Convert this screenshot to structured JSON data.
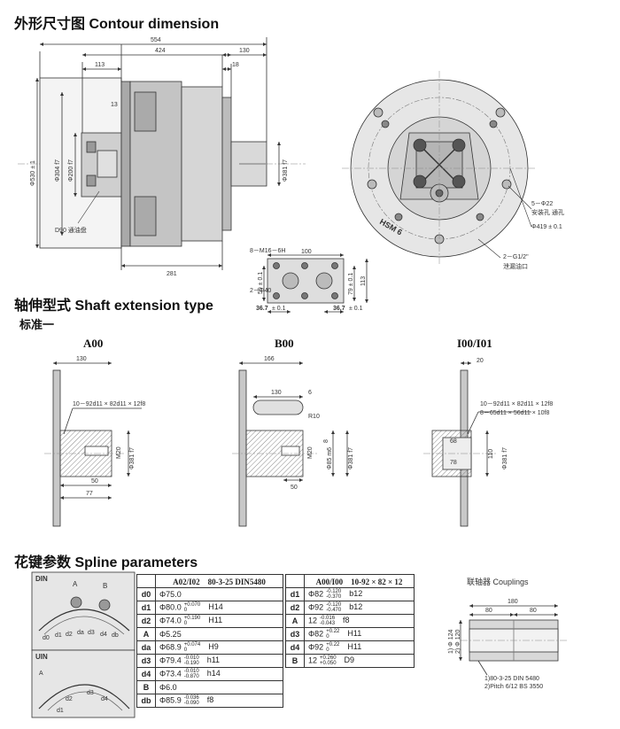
{
  "headings": {
    "contour": "外形尺寸图 Contour dimension",
    "shaft": "轴伸型式 Shaft extension type",
    "standard": "标准一",
    "spline": "花键参数 Spline parameters"
  },
  "contour": {
    "dims": {
      "overall_length": "554",
      "body_length": "424",
      "right_extent": "130",
      "left_extent": "113",
      "flange": "18",
      "step": "13",
      "base_length": "281",
      "outer_dia": "Φ530 ± 1",
      "dia_304": "Φ304 f7",
      "dia_200": "Φ200 f7",
      "shaft_dia": "Φ381 f7",
      "d90_label": "D90 通油盘"
    },
    "front": {
      "model": "HSM 6",
      "bolt_holes": "5－Φ22",
      "bolt_holes_cn": "安装孔 通孔",
      "pcd": "Φ419 ± 0.1",
      "port": "2－G1/2\"",
      "port_cn": "泄漏油口"
    },
    "port_block": {
      "thread": "8－M16－6H",
      "width": "100",
      "dim_59": "59 ± 0.1",
      "dim_79": "79 ± 0.1",
      "dim_113": "113",
      "hole": "2－Φ40",
      "left_offset": "36.7",
      "right_offset": "36.7",
      "offset_tol": "± 0.1"
    }
  },
  "shaft_types": {
    "a00": {
      "title": "A00",
      "length": "130",
      "spline": "10－92d11 × 82d11 × 12f8",
      "dim_50": "50",
      "dim_77": "77",
      "bore": "M20",
      "shaft_dia": "Φ381 f7"
    },
    "b00": {
      "title": "B00",
      "length": "166",
      "key_len": "130",
      "key_w": "6",
      "radius": "R10",
      "dim_8": "8",
      "dim_50": "50",
      "bore": "M20",
      "key_dia": "Φ85 m6",
      "shaft_dia": "Φ381 f7"
    },
    "i00": {
      "title": "I00/I01",
      "dim_20": "20",
      "spline_1": "10－92d11 × 82d11 × 12f8",
      "spline_2": "8－65d11 × 56d11 × 10f8",
      "dim_68": "68",
      "dim_78": "78",
      "dim_110": "110",
      "shaft_dia": "Φ381 f7"
    }
  },
  "spline": {
    "din_label": "DIN",
    "uin_label": "UIN",
    "din_markers": [
      "A",
      "B"
    ],
    "din_symbols": [
      "d0",
      "d1",
      "d2",
      "da",
      "d3",
      "d4",
      "db"
    ],
    "uin_symbols": [
      "A",
      "d1",
      "d2",
      "d3",
      "d4"
    ],
    "din_header": "A02/I02　80-3-25 DIN5480",
    "din_rows": [
      {
        "k": "d0",
        "v": "Φ75.0",
        "tu": "",
        "tl": "",
        "f": ""
      },
      {
        "k": "d1",
        "v": "Φ80.0",
        "tu": "+0.070",
        "tl": "0",
        "f": "H14"
      },
      {
        "k": "d2",
        "v": "Φ74.0",
        "tu": "+0.190",
        "tl": "0",
        "f": "H11"
      },
      {
        "k": "A",
        "v": "Φ5.25",
        "tu": "",
        "tl": "",
        "f": ""
      },
      {
        "k": "da",
        "v": "Φ68.9",
        "tu": "+0.074",
        "tl": "0",
        "f": "H9"
      },
      {
        "k": "d3",
        "v": "Φ79.4",
        "tu": "-0.010",
        "tl": "-0.190",
        "f": "h11"
      },
      {
        "k": "d4",
        "v": "Φ73.4",
        "tu": "-0.010",
        "tl": "-0.870",
        "f": "h14"
      },
      {
        "k": "B",
        "v": "Φ6.0",
        "tu": "",
        "tl": "",
        "f": ""
      },
      {
        "k": "db",
        "v": "Φ85.9",
        "tu": "-0.036",
        "tl": "-0.090",
        "f": "f8"
      }
    ],
    "uin_header": "A00/I00　10-92 × 82 × 12",
    "uin_rows": [
      {
        "k": "d1",
        "v": "Φ82",
        "tu": "-0.120",
        "tl": "-0.370",
        "f": "b12"
      },
      {
        "k": "d2",
        "v": "Φ92",
        "tu": "-0.120",
        "tl": "-0.470",
        "f": "b12"
      },
      {
        "k": "A",
        "v": "12",
        "tu": "-0.016",
        "tl": "-0.043",
        "f": "f8"
      },
      {
        "k": "d3",
        "v": "Φ82",
        "tu": "+0.22",
        "tl": "0",
        "f": "H11"
      },
      {
        "k": "d4",
        "v": "Φ92",
        "tu": "+0.22",
        "tl": "0",
        "f": "H11"
      },
      {
        "k": "B",
        "v": "12",
        "tu": "+0.260",
        "tl": "+0.050",
        "f": "D9"
      }
    ]
  },
  "couplings": {
    "title": "联轴器 Couplings",
    "total": "180",
    "left": "80",
    "right": "80",
    "d1": "1) Φ 124",
    "d2": "2) Φ 120",
    "note1": "1)80-3-25 DIN 5480",
    "note2": "2)Pitch 6/12 BS 3550"
  }
}
